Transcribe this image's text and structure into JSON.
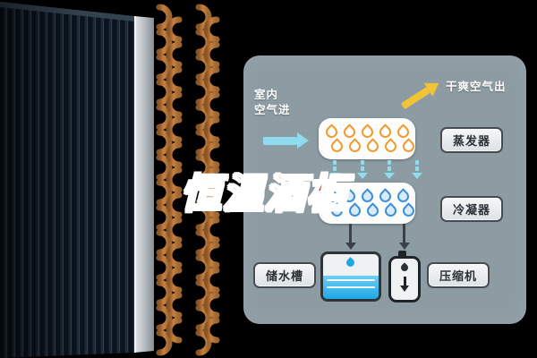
{
  "title": "恒温酒柜",
  "diagram": {
    "air_in": [
      "室内",
      "空气进"
    ],
    "air_out": "干爽空气出",
    "evaporator_label": "蒸发器",
    "condenser_label": "冷凝器",
    "tank_label": "储水槽",
    "compressor_label": "压缩机"
  },
  "colors": {
    "panel_bg": "#8d9ba3",
    "cyan_arrow": "#8fdcef",
    "yellow_arrow": "#f0c435",
    "evaporator_droplet": "#f29a2e",
    "condenser_droplet": "#3f8fd6",
    "title_red": "#e32119",
    "water_blue": "#1fa7e8",
    "copper": "#c9803f"
  }
}
